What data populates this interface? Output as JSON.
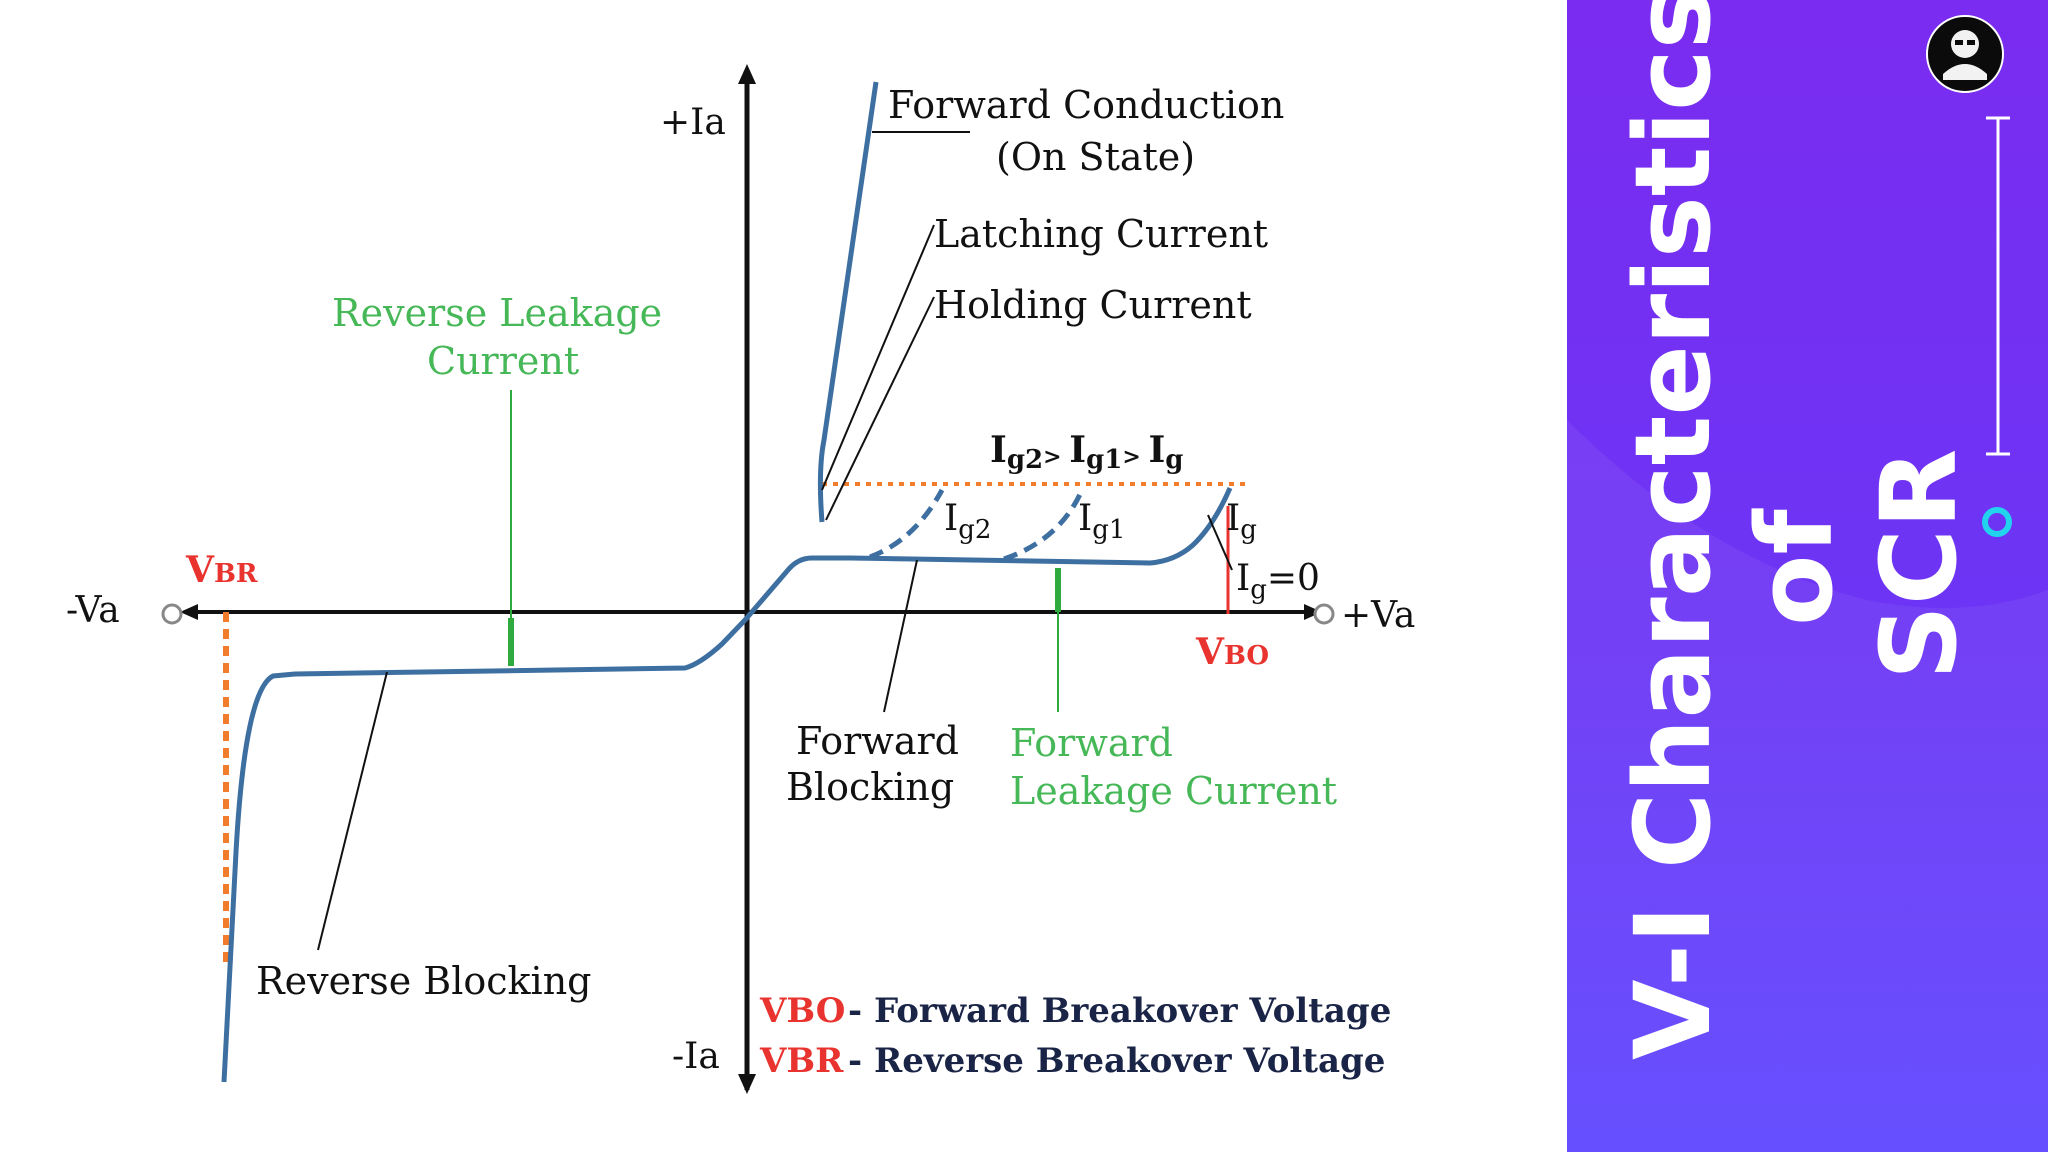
{
  "diagram": {
    "axes": {
      "plus_ia": "+Ia",
      "minus_ia": "-Ia",
      "minus_va": "-Va",
      "plus_va": "+Va"
    },
    "labels": {
      "forward_conduction_line1": "Forward Conduction",
      "forward_conduction_line2": "(On State)",
      "latching_current": "Latching Current",
      "holding_current": "Holding Current",
      "reverse_leakage_line1": "Reverse Leakage",
      "reverse_leakage_line2": "Current",
      "ig_order": {
        "p1": "I",
        "s1": "g2",
        "p2": "> ",
        "p3": "I",
        "s2": "g1",
        "p4": "> ",
        "p5": "I",
        "s3": "g"
      },
      "ig2": {
        "main": "I",
        "sub": "g2"
      },
      "ig1": {
        "main": "I",
        "sub": "g1"
      },
      "ig": {
        "main": "I",
        "sub": "g"
      },
      "ig0": {
        "main": "I",
        "sub": "g",
        "rest": "=0"
      },
      "vbr": {
        "main": "V",
        "sub": "BR"
      },
      "vbo": {
        "main": "V",
        "sub": "BO"
      },
      "forward_blocking_line1": "Forward",
      "forward_blocking_line2": "Blocking",
      "forward_leakage_line1": "Forward",
      "forward_leakage_line2": "Leakage Current",
      "reverse_blocking": "Reverse Blocking"
    },
    "legend": {
      "vbo_symbol": "VBO",
      "vbo_desc": "- Forward Breakover Voltage",
      "vbr_symbol": "VBR",
      "vbr_desc": "- Reverse Breakover Voltage"
    },
    "colors": {
      "curve": "#3e6fa1",
      "axis": "#111111",
      "breakdown_dashed": "#f07c2c",
      "leakage_green": "#2eaa3f",
      "label_green": "#46b857",
      "vbo_red": "#e8332e",
      "legend_navy": "#1a2446"
    }
  },
  "side_panel": {
    "title_line1": "V-I Characteristics",
    "title_line2": "of",
    "title_line3": "SCR",
    "logo_icon": "author-avatar-icon",
    "colors": {
      "top": "#7a2cf0",
      "bottom": "#5d45ff",
      "accent": "#22d3ee",
      "text": "#ffffff"
    }
  }
}
